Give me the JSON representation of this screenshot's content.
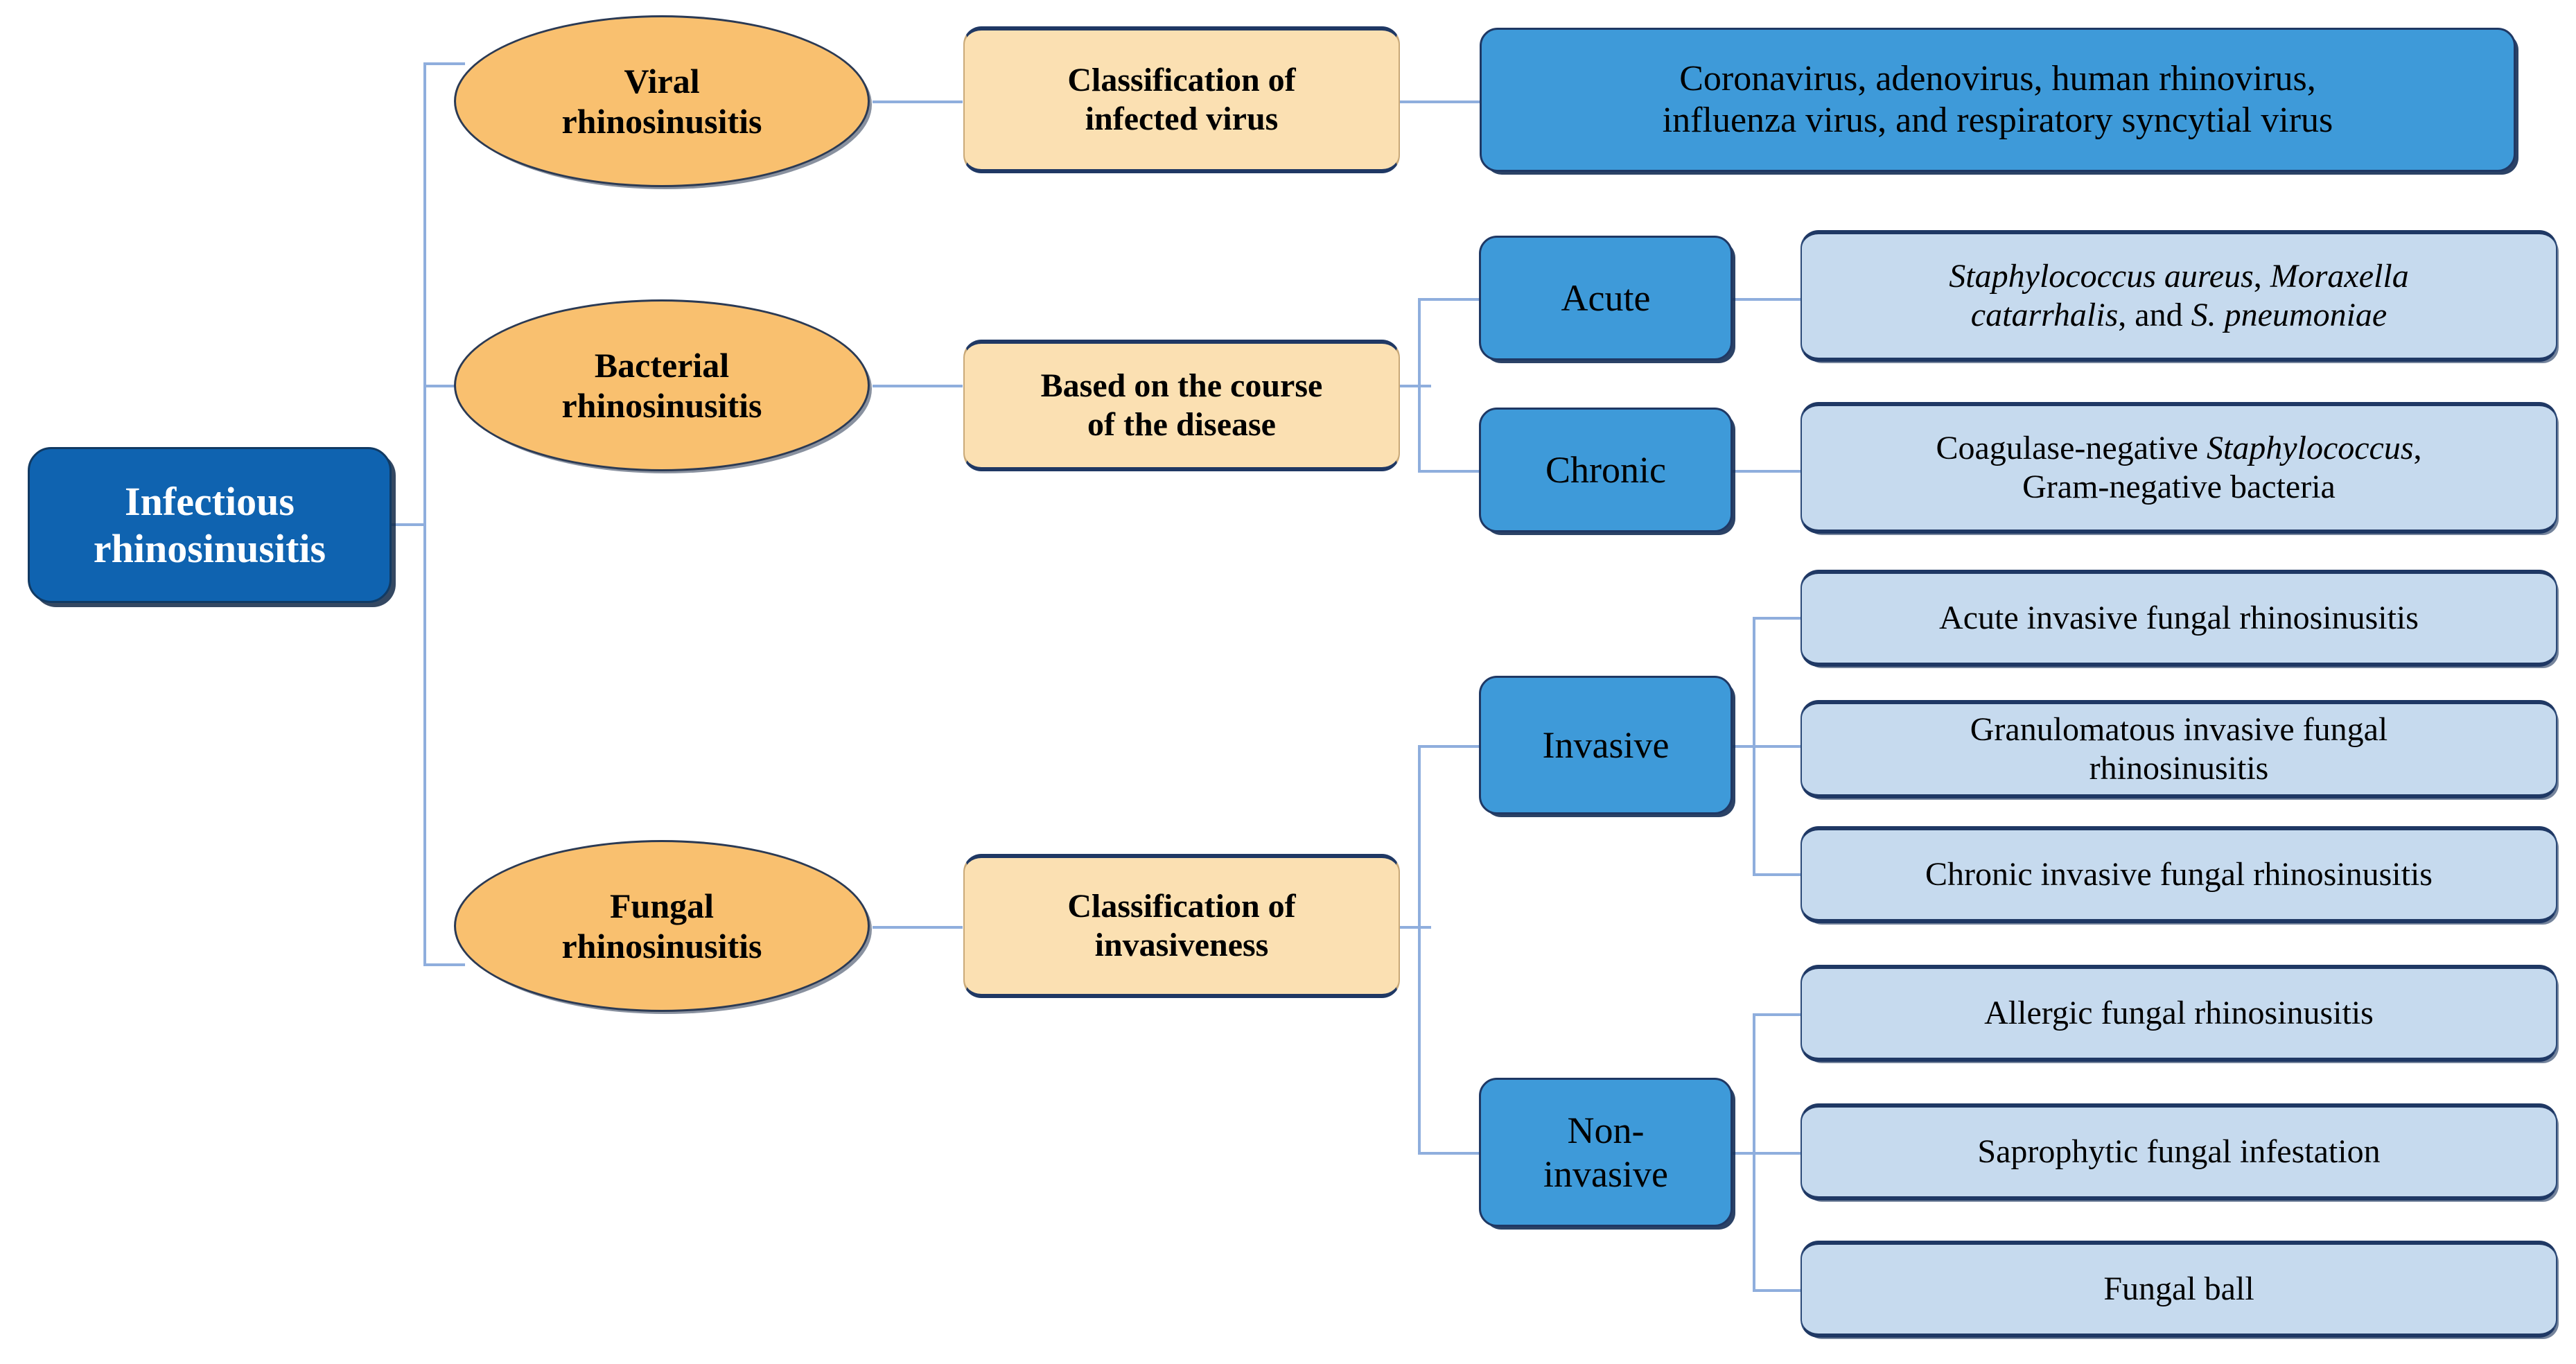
{
  "diagram": {
    "title": "Infectious rhinosinusitis classification",
    "type": "tree",
    "colors": {
      "root_fill": "#0f63b0",
      "ellipse_fill": "#f9c06f",
      "cream_fill": "#fbe0b2",
      "blue_fill": "#3e9ad9",
      "light_blue_fill": "#c6daee",
      "connector": "#8faedd",
      "border_dark": "#1f3864"
    },
    "root": {
      "label_line1": "Infectious",
      "label_line2": "rhinosinusitis"
    },
    "branches": [
      {
        "id": "viral",
        "category_line1": "Viral",
        "category_line2": "rhinosinusitis",
        "criterion_line1": "Classification  of",
        "criterion_line2": "infected virus",
        "leaves": [
          {
            "id": "viral-agents",
            "line1": "Coronavirus, adenovirus, human rhinovirus,",
            "line2": "influenza virus, and respiratory syncytial virus"
          }
        ]
      },
      {
        "id": "bacterial",
        "category_line1": "Bacterial",
        "category_line2": "rhinosinusitis",
        "criterion_line1": "Based on the course",
        "criterion_line2": "of the disease",
        "subtypes": [
          {
            "id": "acute",
            "label": "Acute",
            "detail_plain1": "",
            "detail_italic1": "Staphylococcus aureus",
            "detail_plain2": ", ",
            "detail_italic2": "Moraxella",
            "detail_line2_italic1": "catarrhalis",
            "detail_line2_plain1": ", and ",
            "detail_line2_italic2": "S. pneumoniae"
          },
          {
            "id": "chronic",
            "label": "Chronic",
            "detail_plain1": "Coagulase-negative ",
            "detail_italic1": "Staphylococcus",
            "detail_plain2": ",",
            "detail_line2": "Gram-negative  bacteria"
          }
        ]
      },
      {
        "id": "fungal",
        "category_line1": "Fungal",
        "category_line2": "rhinosinusitis",
        "criterion_line1": "Classification  of",
        "criterion_line2": "invasiveness",
        "subtypes": [
          {
            "id": "invasive",
            "label": "Invasive",
            "leaves": [
              {
                "id": "acute-invasive",
                "line1": "Acute invasive  fungal rhinosinusitis",
                "line2": ""
              },
              {
                "id": "granulomatous-invasive",
                "line1": "Granulomatous invasive  fungal",
                "line2": "rhinosinusitis"
              },
              {
                "id": "chronic-invasive",
                "line1": "Chronic invasive  fungal rhinosinusitis",
                "line2": ""
              }
            ]
          },
          {
            "id": "non-invasive",
            "label_line1": "Non-",
            "label_line2": "invasive",
            "leaves": [
              {
                "id": "allergic-fungal",
                "line1": "Allergic fungal rhinosinusitis",
                "line2": ""
              },
              {
                "id": "saprophytic",
                "line1": "Saprophytic  fungal infestation",
                "line2": ""
              },
              {
                "id": "fungal-ball",
                "line1": "Fungal ball",
                "line2": ""
              }
            ]
          }
        ]
      }
    ]
  }
}
